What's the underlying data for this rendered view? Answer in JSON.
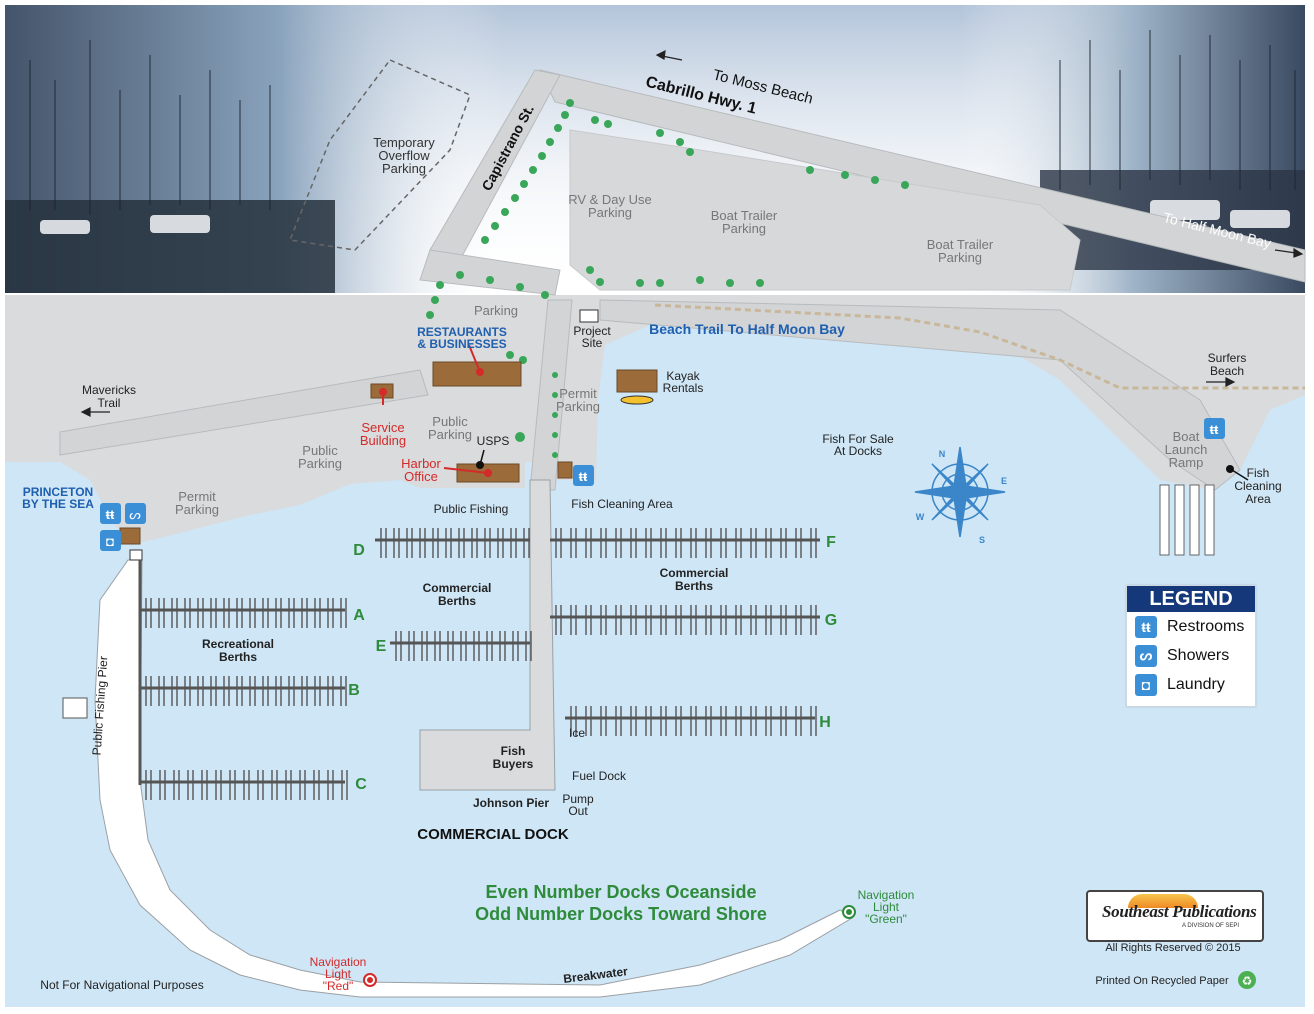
{
  "map": {
    "roads": {
      "cabrillo": "Cabrillo Hwy. 1",
      "capistrano": "Capistrano St.",
      "to_moss_beach": "To Moss Beach",
      "to_half_moon_bay": "To Half Moon Bay"
    },
    "areas": {
      "temporary_overflow": [
        "Temporary",
        "Overflow",
        "Parking"
      ],
      "rv_day_use": [
        "RV & Day Use",
        "Parking"
      ],
      "boat_trailer_1": [
        "Boat Trailer",
        "Parking"
      ],
      "boat_trailer_2": [
        "Boat Trailer",
        "Parking"
      ],
      "parking": "Parking",
      "restaurants": [
        "RESTAURANTS",
        "& BUSINESSES"
      ],
      "project_site": [
        "Project",
        "Site"
      ],
      "beach_trail": "Beach Trail To Half Moon Bay",
      "mavericks": [
        "Mavericks",
        "Trail"
      ],
      "service_building": [
        "Service",
        "Building"
      ],
      "public_parking_1": [
        "Public",
        "Parking"
      ],
      "public_parking_2": [
        "Public",
        "Parking"
      ],
      "usps": "USPS",
      "harbor_office": [
        "Harbor",
        "Office"
      ],
      "permit_parking_1": [
        "Permit",
        "Parking"
      ],
      "permit_parking_2": [
        "Permit",
        "Parking"
      ],
      "kayak_rentals": [
        "Kayak",
        "Rentals"
      ],
      "surfers_beach": [
        "Surfers",
        "Beach"
      ],
      "boat_launch": [
        "Boat",
        "Launch",
        "Ramp"
      ],
      "fish_cleaning_area_east": [
        "Fish",
        "Cleaning",
        "Area"
      ],
      "fish_for_sale": [
        "Fish For Sale",
        "At Docks"
      ],
      "princeton": [
        "PRINCETON",
        "BY THE SEA"
      ],
      "public_fishing": "Public Fishing",
      "fish_cleaning_area": "Fish Cleaning Area",
      "commercial_berths_1": [
        "Commercial",
        "Berths"
      ],
      "commercial_berths_2": [
        "Commercial",
        "Berths"
      ],
      "recreational_berths": [
        "Recreational",
        "Berths"
      ],
      "fish_buyers": [
        "Fish",
        "Buyers"
      ],
      "ice": "Ice",
      "fuel_dock": "Fuel Dock",
      "johnson_pier": "Johnson Pier",
      "pump_out": [
        "Pump",
        "Out"
      ],
      "commercial_dock": "COMMERCIAL DOCK",
      "public_fishing_pier": "Public Fishing Pier",
      "breakwater": "Breakwater",
      "nav_red": [
        "Navigation",
        "Light",
        "\"Red\""
      ],
      "nav_green": [
        "Navigation",
        "Light",
        "\"Green\""
      ]
    },
    "dock_letters": {
      "A": "A",
      "B": "B",
      "C": "C",
      "D": "D",
      "E": "E",
      "F": "F",
      "G": "G",
      "H": "H"
    },
    "compass": {
      "n": "N",
      "e": "E",
      "s": "S",
      "w": "W"
    },
    "notes": {
      "even_docks": "Even Number Docks Oceanside",
      "odd_docks": "Odd Number Docks Toward Shore",
      "not_nav": "Not For Navigational Purposes",
      "rights": "All Rights Reserved © 2015",
      "recycled": "Printed On Recycled Paper"
    }
  },
  "legend": {
    "title": "LEGEND",
    "items": [
      {
        "label": "Restrooms",
        "icon": "restroom-icon"
      },
      {
        "label": "Showers",
        "icon": "shower-icon"
      },
      {
        "label": "Laundry",
        "icon": "laundry-icon"
      }
    ]
  },
  "publisher": {
    "name": "Southeast Publications",
    "division": "A DIVISION OF SEPI"
  },
  "colors": {
    "water": "#cfe6f6",
    "land": "#d9dbdc",
    "blue_label": "#1f5fb0",
    "red_label": "#d42a2a",
    "green_label": "#2e8b3b",
    "legend_header": "#15387a"
  }
}
